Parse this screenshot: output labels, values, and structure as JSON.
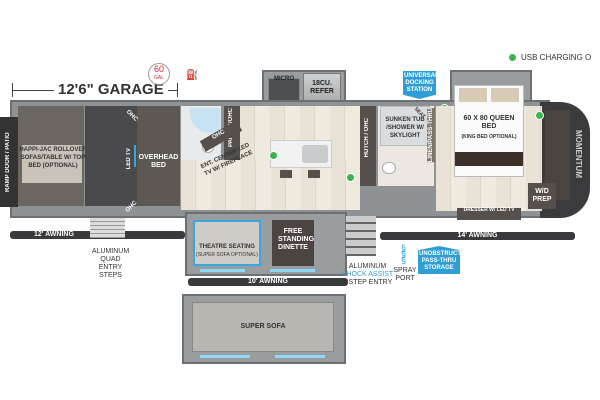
{
  "garage": {
    "label": "12'6\" GARAGE",
    "fuel_capacity": "60",
    "fuel_unit": "GAL"
  },
  "rooms": {
    "ramp_door": "RAMP DOOR / PATIO",
    "sofa": "HAPPI-JAC ROLLOVER SOFAS/TABLE w/ TOP BED (OPTIONAL)",
    "led_tv": "LED TV",
    "ohc_top": "OHC",
    "ohc_bottom": "OHC",
    "overhead_bed": "OVERHEAD BED",
    "pantry": "PANTRY/OHC",
    "ohc_ent": "OHC",
    "ent_center": "ENT. CENTER LED TV w/ FIREPLACE",
    "micro": "MICRO",
    "refer": "18CU. REFER",
    "hutch": "HUTCH / OHC",
    "tub": "SUNKEN TUB /SHOWER w/ SKYLIGHT",
    "seat": "SEAT",
    "linen": "LINEN/PASS-THRU",
    "bed": "60 x 80 QUEEN BED",
    "bed_note": "(KING BED OPTIONAL)",
    "dresser": "DRESSER w/ LED TV",
    "wd": "W/D PREP",
    "theatre": "THEATRE SEATING",
    "theatre_note": "(SUPER SOFA OPTIONAL)",
    "dinette": "FREE STANDING DINETTE",
    "super_sofa": "SUPER SOFA",
    "brand": "MOMENTUM"
  },
  "awnings": {
    "a12": "12' AWNING",
    "a14": "14' AWNING",
    "a10": "10' AWNING"
  },
  "callouts": {
    "quad_steps": "ALUMINUM QUAD ENTRY STEPS",
    "shock_1": "ALUMINUM",
    "shock_2": "SHOCK ASSIST",
    "shock_3": "4 STEP ENTRY",
    "spray": "SPRAY PORT",
    "docking": "UNIVERSAL DOCKING STATION",
    "storage": "UNOBSTRUCTED PASS-THRU STORAGE"
  },
  "legend": {
    "usb": "USB CHARGING O"
  },
  "colors": {
    "usb_dot": "#3bb54a",
    "badge": "#2f9ed4",
    "fuel": "#d7282f"
  }
}
